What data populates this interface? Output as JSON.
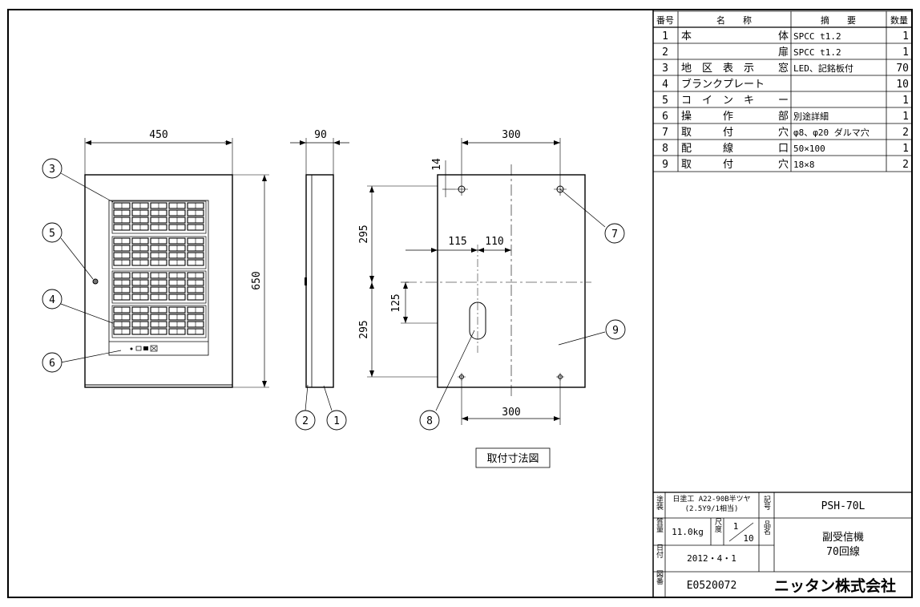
{
  "dimensions": {
    "front_width": "450",
    "front_height": "650",
    "side_depth": "90",
    "hole_pitch_top": "300",
    "hole_pitch_bottom": "300",
    "hole_offset": "14",
    "upper_half": "295",
    "lower_half": "295",
    "wiring_left": "115",
    "wiring_right": "110",
    "wiring_slot": "125"
  },
  "callouts": [
    "1",
    "2",
    "3",
    "4",
    "5",
    "6",
    "7",
    "8",
    "9"
  ],
  "caption": "取付寸法図",
  "parts_table": {
    "headers": [
      "番号",
      "名　　称",
      "摘　　要",
      "数量"
    ],
    "rows": [
      {
        "no": "1",
        "name_l": "本",
        "name_r": "体",
        "spec": "SPCC  t1.2",
        "qty": "1"
      },
      {
        "no": "2",
        "name_l": "",
        "name_r": "扉",
        "spec": "SPCC  t1.2",
        "qty": "1"
      },
      {
        "no": "3",
        "name_l": "地　区　表　示",
        "name_r": "窓",
        "spec": "LED、記銘板付",
        "qty": "70"
      },
      {
        "no": "4",
        "name_l": "ブランクプレート",
        "name_r": "",
        "spec": "",
        "qty": "10"
      },
      {
        "no": "5",
        "name_l": "コ　イ　ン　キ",
        "name_r": "ー",
        "spec": "",
        "qty": "1"
      },
      {
        "no": "6",
        "name_l": "操　　　作",
        "name_r": "部",
        "spec": "別途詳細",
        "qty": "1"
      },
      {
        "no": "7",
        "name_l": "取　　　付",
        "name_r": "穴",
        "spec": "φ8、φ20 ダルマ穴",
        "qty": "2"
      },
      {
        "no": "8",
        "name_l": "配　　　線",
        "name_r": "口",
        "spec": "50×100",
        "qty": "1"
      },
      {
        "no": "9",
        "name_l": "取　　　付",
        "name_r": "穴",
        "spec": "18×8",
        "qty": "2"
      }
    ]
  },
  "title_block": {
    "coating_label": "塗装",
    "coating_value_1": "日塗工 A22-90B半ツヤ",
    "coating_value_2": "(2.5Y9/1相当)",
    "record_label": "記号",
    "model": "PSH-70L",
    "mass_label": "質量",
    "mass": "11.0kg",
    "scale_label": "尺度",
    "scale_num": "1",
    "scale_den": "10",
    "product_label": "品名",
    "product_line1": "副受信機",
    "product_line2": "70回線",
    "date_label": "日付",
    "date": "2012・4・1",
    "drawing_no_label": "図番",
    "drawing_no": "E0520072",
    "company": "ニッタン株式会社"
  }
}
